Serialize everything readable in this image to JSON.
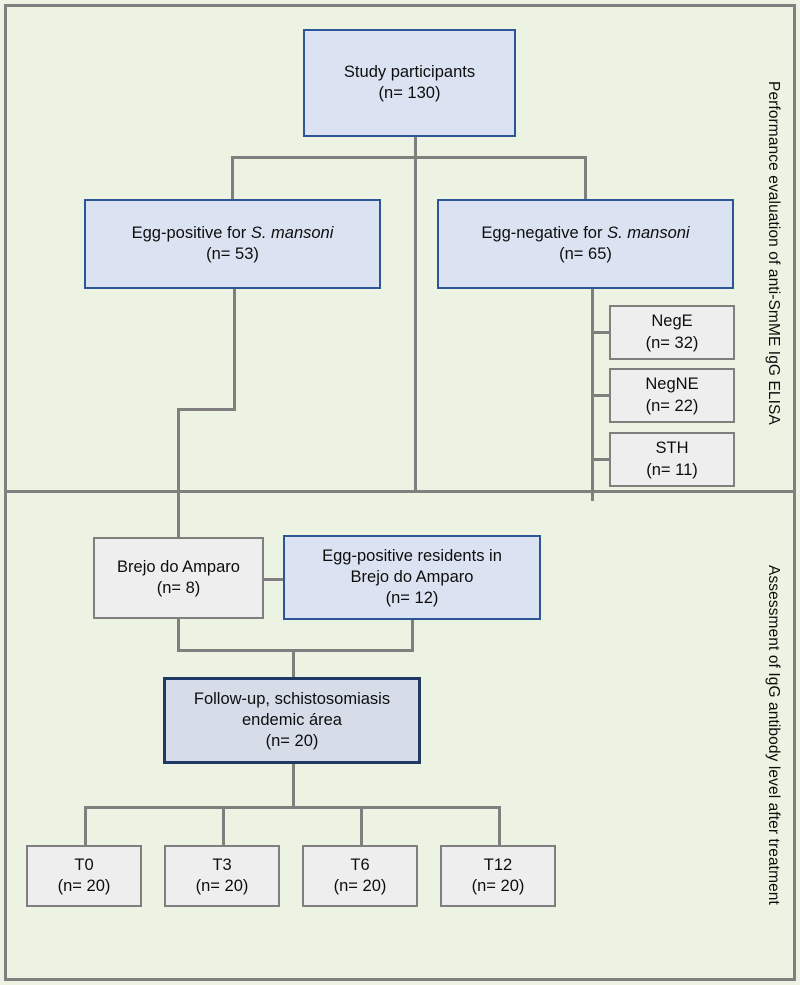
{
  "figure": {
    "type": "flowchart",
    "background_color": "#edf3e3",
    "frame_color": "#808080",
    "connector_color": "#7f7f7f"
  },
  "sections": [
    {
      "id": "upper",
      "label": "Performance evaluation of anti-SmME IgG ELISA"
    },
    {
      "id": "lower",
      "label": "Assessment of IgG antibody level after treatment"
    }
  ],
  "nodes": {
    "study_participants": {
      "line1": "Study participants",
      "line2": "(n= 130)",
      "n": 130,
      "style": "blue",
      "fill": "#dbe2f1",
      "border": "#2e5596"
    },
    "egg_positive": {
      "prefix": "Egg-positive for ",
      "species": "S. mansoni",
      "line2": "(n= 53)",
      "n": 53,
      "style": "blue",
      "fill": "#dbe2f1",
      "border": "#2e5596"
    },
    "egg_negative": {
      "prefix": "Egg-negative for ",
      "species": "S. mansoni",
      "line2": "(n= 65)",
      "n": 65,
      "style": "blue",
      "fill": "#dbe2f1",
      "border": "#2e5596"
    },
    "nege": {
      "line1": "NegE",
      "line2": "(n= 32)",
      "n": 32,
      "style": "gray",
      "fill": "#eeeeee",
      "border": "#7f7f7f"
    },
    "negne": {
      "line1": "NegNE",
      "line2": "(n= 22)",
      "n": 22,
      "style": "gray",
      "fill": "#eeeeee",
      "border": "#7f7f7f"
    },
    "sth": {
      "line1": "STH",
      "line2": "(n= 11)",
      "n": 11,
      "style": "gray",
      "fill": "#eeeeee",
      "border": "#7f7f7f"
    },
    "brejo_do_amparo": {
      "line1": "Brejo do Amparo",
      "line2": "(n= 8)",
      "n": 8,
      "style": "gray",
      "fill": "#eeeeee",
      "border": "#7f7f7f"
    },
    "egg_positive_residents": {
      "line1": "Egg-positive residents in",
      "line2": "Brejo do Amparo",
      "line3": "(n= 12)",
      "n": 12,
      "style": "blue",
      "fill": "#dbe2f1",
      "border": "#2e5596"
    },
    "follow_up": {
      "line1": "Follow-up, schistosomiasis",
      "line2": "endemic área",
      "line3": "(n= 20)",
      "n": 20,
      "style": "navy",
      "fill": "#d6dce8",
      "border": "#1f3864"
    },
    "t0": {
      "line1": "T0",
      "line2": "(n= 20)",
      "n": 20,
      "style": "gray",
      "fill": "#eeeeee",
      "border": "#7f7f7f"
    },
    "t3": {
      "line1": "T3",
      "line2": "(n= 20)",
      "n": 20,
      "style": "gray",
      "fill": "#eeeeee",
      "border": "#7f7f7f"
    },
    "t6": {
      "line1": "T6",
      "line2": "(n= 20)",
      "n": 20,
      "style": "gray",
      "fill": "#eeeeee",
      "border": "#7f7f7f"
    },
    "t12": {
      "line1": "T12",
      "line2": "(n= 20)",
      "n": 20,
      "style": "gray",
      "fill": "#eeeeee",
      "border": "#7f7f7f"
    }
  }
}
